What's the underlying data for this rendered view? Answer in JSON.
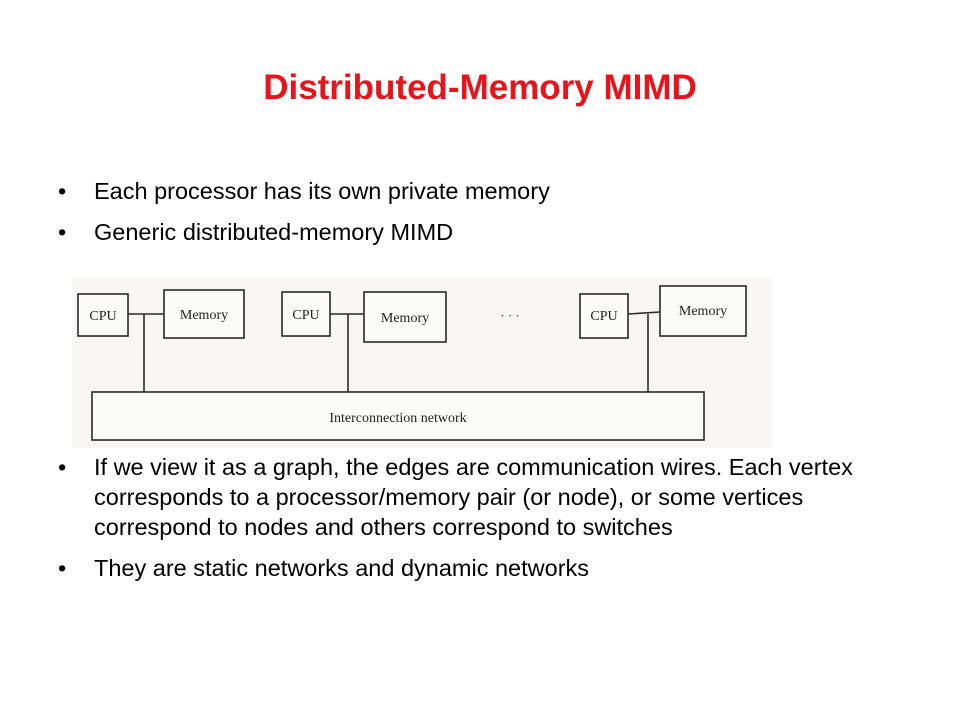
{
  "slide": {
    "title": "Distributed-Memory MIMD",
    "title_color": "#e8141b"
  },
  "bullets_top": [
    "Each processor has its own private memory",
    "Generic distributed-memory MIMD"
  ],
  "diagram": {
    "cpu_label": "CPU",
    "memory_label": "Memory",
    "ellipsis": "· · ·",
    "network_label": "Interconnection network"
  },
  "bullets_bottom": [
    "If we view it as a graph, the edges are communication wires. Each vertex corresponds to a processor/memory pair (or node), or some vertices correspond to nodes and others correspond to switches",
    "They are static networks and dynamic networks"
  ],
  "bullet_glyph": "•"
}
